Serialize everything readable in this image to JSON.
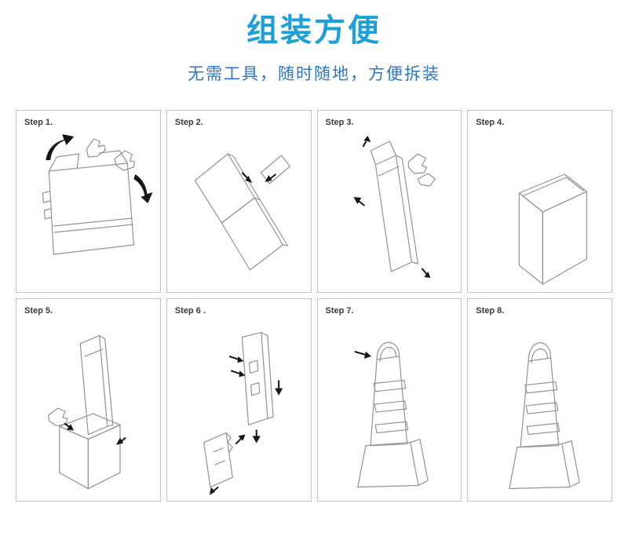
{
  "header": {
    "title": "组装方便",
    "subtitle": "无需工具，随时随地，方便拆装",
    "title_color": "#1d9fd9",
    "subtitle_color": "#2b76c9"
  },
  "panel": {
    "border_color": "#c4c4c4",
    "line_color": "#90959a",
    "arrow_color": "#161616"
  },
  "steps": [
    {
      "label": "Step 1."
    },
    {
      "label": "Step 2."
    },
    {
      "label": "Step 3."
    },
    {
      "label": "Step 4."
    },
    {
      "label": "Step 5."
    },
    {
      "label": "Step 6 ."
    },
    {
      "label": "Step 7."
    },
    {
      "label": "Step 8."
    }
  ]
}
